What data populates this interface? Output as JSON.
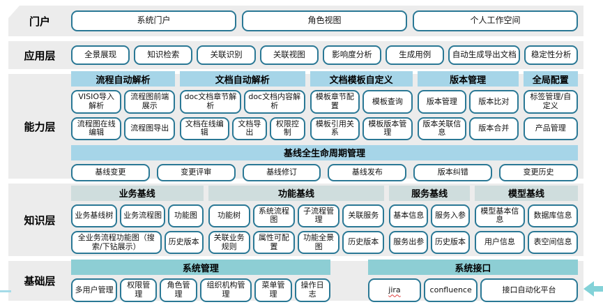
{
  "colors": {
    "band_bg": "#ececec",
    "header_blue": "#a6d5e8",
    "header_gray": "#cfdddd",
    "header_teal": "#8dced4",
    "btn_border": "#2a7895",
    "accent_teal": "#83d2d8",
    "accent_cyan": "#a4dbe8"
  },
  "layers": {
    "portal": {
      "label": "门户",
      "buttons": [
        "系统门户",
        "角色视图",
        "个人工作空间"
      ]
    },
    "application": {
      "label": "应用层",
      "buttons": [
        "全景展现",
        "知识检索",
        "关联识别",
        "关联视图",
        "影响度分析",
        "生成用例",
        "自动生成导出文档",
        "稳定性分析"
      ]
    },
    "capability": {
      "label": "能力层",
      "groups": [
        {
          "title": "流程自动解析",
          "rows": [
            [
              "VISIO导入解析",
              "流程图前端展示"
            ],
            [
              "流程图在线编辑",
              "流程图导出"
            ]
          ]
        },
        {
          "title": "文档自动解析",
          "rows": [
            [
              "doc文档章节解析",
              "doc文档内容解析"
            ],
            [
              "文档在线编辑",
              "文档导出",
              "权限控制"
            ]
          ]
        },
        {
          "title": "文档模板自定义",
          "rows": [
            [
              "模板章节配置",
              "模板查询"
            ],
            [
              "模板引用关系",
              "模板版本管理"
            ]
          ]
        },
        {
          "title": "版本管理",
          "rows": [
            [
              "版本管理",
              "版本比对"
            ],
            [
              "版本关联信息",
              "版本合并"
            ]
          ]
        },
        {
          "title": "全局配置",
          "rows": [
            [
              "标签管理/自定义"
            ],
            [
              "产品管理"
            ]
          ]
        }
      ],
      "baseline": {
        "title": "基线全生命周期管理",
        "buttons": [
          "基线变更",
          "变更评审",
          "基线修订",
          "基线发布",
          "版本纠错",
          "变更历史"
        ]
      }
    },
    "knowledge": {
      "label": "知识层",
      "groups": [
        {
          "title": "业务基线",
          "rows": [
            [
              "业务基线树",
              "业务流程图",
              "功能图"
            ],
            [
              "全业务流程功能图（搜索/下钻展示）",
              "历史版本"
            ]
          ]
        },
        {
          "title": "功能基线",
          "rows": [
            [
              "功能树",
              "系统流程图",
              "子流程管理",
              "关联服务"
            ],
            [
              "关联业务规则",
              "属性可配置",
              "功能全景图",
              "历史版本"
            ]
          ]
        },
        {
          "title": "服务基线",
          "rows": [
            [
              "基本信息",
              "服务入参"
            ],
            [
              "服务出参",
              "历史版本"
            ]
          ]
        },
        {
          "title": "模型基线",
          "rows": [
            [
              "模型基本信息",
              "数据库信息"
            ],
            [
              "用户信息",
              "表空间信息"
            ]
          ]
        }
      ]
    },
    "foundation": {
      "label": "基础层",
      "groups": [
        {
          "title": "系统管理",
          "buttons": [
            "多用户管理",
            "权限管理",
            "角色管理",
            "组织机构管理",
            "菜单管理",
            "操作日志"
          ]
        },
        {
          "title": "系统接口",
          "buttons": [
            "jira",
            "confluence",
            "接口自动化平台"
          ]
        }
      ]
    }
  }
}
